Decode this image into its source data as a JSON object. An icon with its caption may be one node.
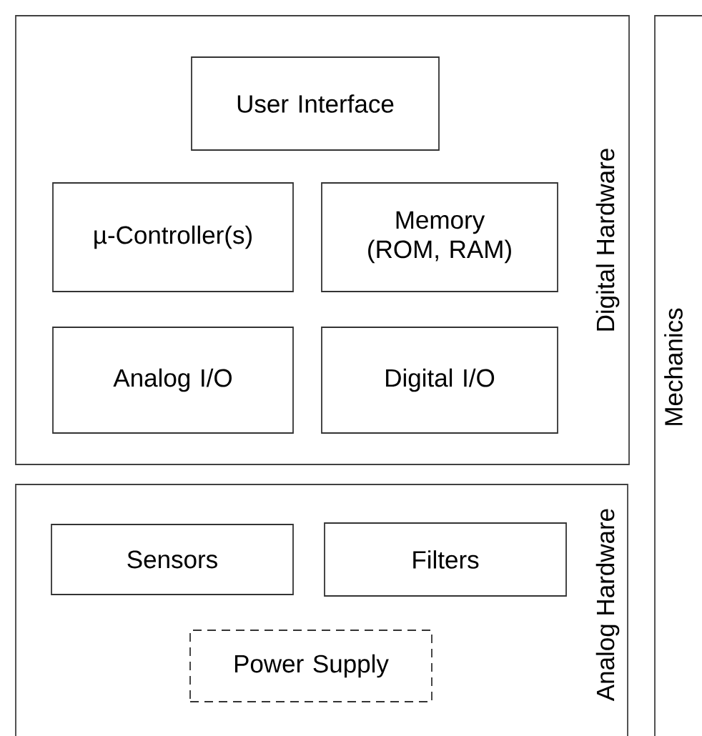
{
  "diagram": {
    "nodes": [
      {
        "text": [
          "Digital Hardware"
        ]
      },
      {
        "text": [
          "User Interface"
        ],
        "in": 0
      },
      {
        "text": [
          "µ-Controller(s)"
        ],
        "in": 0
      },
      {
        "text": [
          "Memory (ROM, RAM)"
        ],
        "in": 0
      },
      {
        "text": [
          "Analog I/O"
        ],
        "in": 0
      },
      {
        "text": [
          "Digital I/O"
        ],
        "in": 0
      },
      {
        "text": [
          "Analog Hardware"
        ]
      },
      {
        "text": [
          "Sensors"
        ],
        "in": 6
      },
      {
        "text": [
          "Filters"
        ],
        "in": 6
      },
      {
        "text": [
          "Power Supply"
        ],
        "in": 6
      },
      {
        "text": [
          "Mechanics"
        ]
      }
    ]
  }
}
